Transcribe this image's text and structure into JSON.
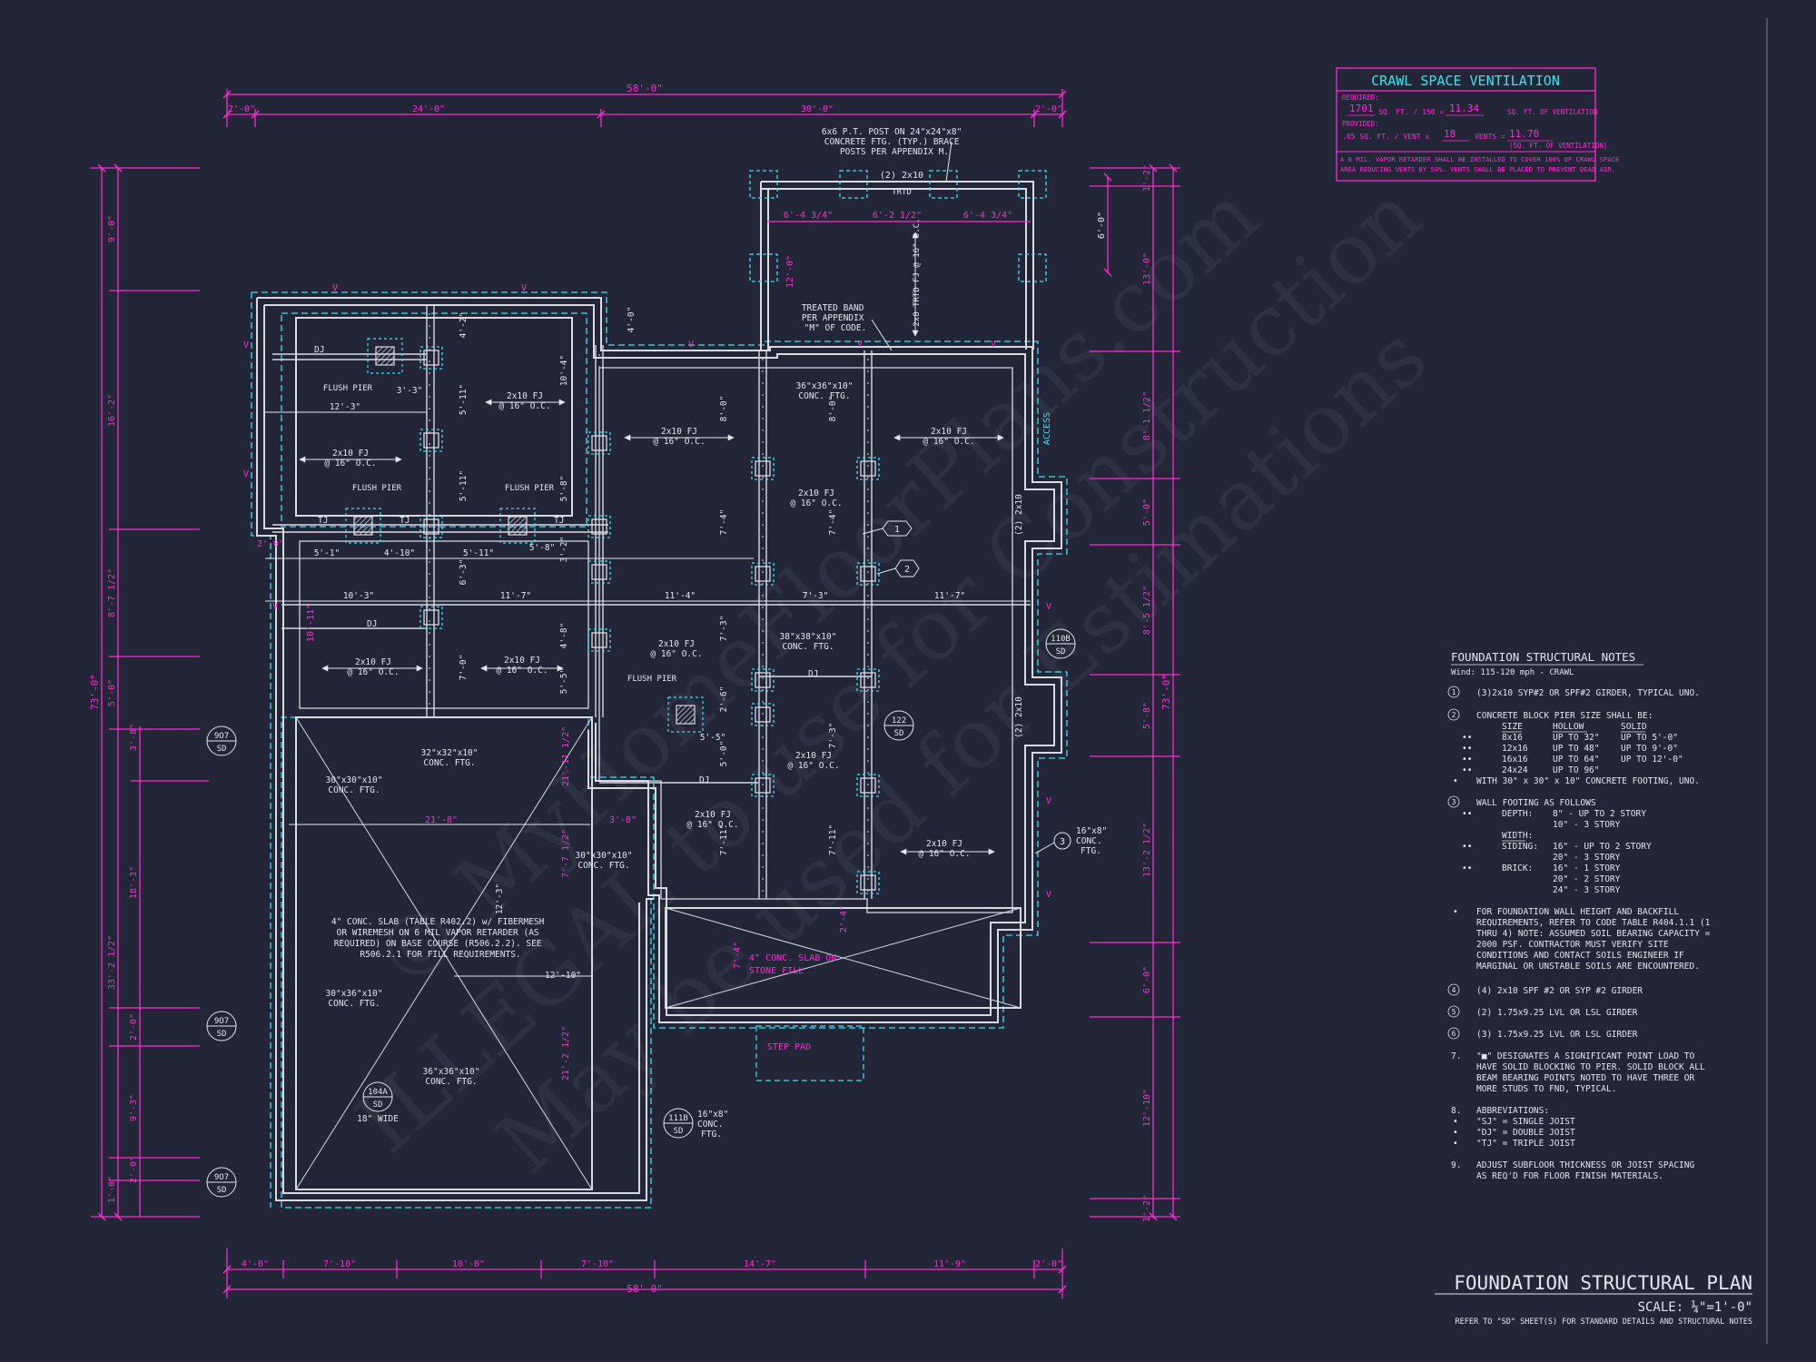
{
  "colors": {
    "background": "#222637",
    "dimension": "#ff2bd6",
    "wall": "#d8dae2",
    "footing": "#3fe0ee",
    "text": "#e4e6ee"
  },
  "plan": {
    "title": "FOUNDATION STRUCTURAL PLAN",
    "scale": "SCALE: ¼\"=1'-0\"",
    "reference": "REFER TO \"SD\" SHEET(S) FOR STANDARD DETAILS AND STRUCTURAL NOTES"
  },
  "dimensions": {
    "top_overall": "58'-0\"",
    "top_segments": [
      "2'-0\"",
      "24'-0\"",
      "30'-0\"",
      "2'-0\""
    ],
    "bottom_overall": "58'-0\"",
    "bottom_segments": [
      "4'-0\"",
      "7'-10\"",
      "10'-0\"",
      "7'-10\"",
      "14'-7\"",
      "11'-9\"",
      "2'-0\""
    ],
    "left_overall": "73'-0\"",
    "left_outer": [
      "9'-0\"",
      "16'-2\"",
      "8'-7 1/2\"",
      "5'-0\"",
      "33'-2 1/2\"",
      "2'-0\"",
      "9'-3\"",
      "2'-0\"",
      "1'-0\""
    ],
    "left_inner": [
      "3'-8\"",
      "18'-3\""
    ],
    "right_overall": "73'-0\"",
    "right_segments": [
      "1'-2\"",
      "13'-0\"",
      "8'-1 1/2\"",
      "5'-0\"",
      "8'-5 1/2\"",
      "5'-8\"",
      "13'-2 1/2\"",
      "6'-0\"",
      "12'-10\"",
      "1'-2\""
    ],
    "porch_depth": "6'-0\""
  },
  "callouts": {
    "post": "6x6 P.T. POST ON 24\"x24\"x8\" CONCRETE FTG. (TYP.) BRACE POSTS PER APPENDIX M.",
    "porch_beam": "(2) 2x10",
    "porch_beam_sub": "TRTD",
    "porch_spacing": [
      "6'-4 3/4\"",
      "6'-2 1/2\"",
      "6'-4 3/4\""
    ],
    "porch_joist": "2x8 TRTD FJ @ 16\" O.C.",
    "band": "TREATED BAND PER APPENDIX \"M\" OF CODE.",
    "access": "ACCESS",
    "flush_pier": "FLUSH PIER",
    "slab_note": "4\" CONC. SLAB (TABLE R402.2) w/ FIBERMESH OR WIREMESH ON 6 MIL VAPOR RETARDER (AS REQUIRED) ON BASE COURSE (R506.2.2). SEE R506.2.1 FOR FILL REQUIREMENTS.",
    "slab_stone": "4\" CONC. SLAB ON STONE FILL",
    "step_pad": "STEP PAD",
    "wide_18": "18\" WIDE",
    "ftg_16x8": "16\"x8\" CONC. FTG."
  },
  "ventilation": {
    "title": "CRAWL SPACE VENTILATION",
    "required_label": "REQUIRED:",
    "required_area": "1701",
    "required_formula": "SQ. FT. / 150 =",
    "required_value": "11.34",
    "required_unit": "SQ. FT. OF VENTILATION",
    "provided_label": "PROVIDED:",
    "provided_formula": ".65 SQ. FT. / VENT x",
    "vents_count": "18",
    "vents_label": "VENTS =",
    "provided_value": "11.70",
    "provided_unit": "(SQ. FT. OF VENTILATION)",
    "note": "A 6 MIL. VAPOR RETARDER SHALL BE INSTALLED TO COVER 100% OF CRAWL SPACE AREA REDUCING VENTS BY 50%. VENTS SHALL BE PLACED TO PREVENT DEAD AIR."
  },
  "notes": {
    "title": "FOUNDATION STRUCTURAL NOTES",
    "wind": "Wind: 115-120 mph - CRAWL",
    "n1": "(3)2x10 SYP#2 OR SPF#2 GIRDER, TYPICAL UNO.",
    "n2": "CONCRETE BLOCK PIER SIZE SHALL BE:",
    "pier_headers": [
      "SIZE",
      "HOLLOW",
      "SOLID"
    ],
    "piers": [
      [
        "8x16",
        "UP TO 32\"",
        "UP TO 5'-0\""
      ],
      [
        "12x16",
        "UP TO 48\"",
        "UP TO 9'-0\""
      ],
      [
        "16x16",
        "UP TO 64\"",
        "UP TO 12'-0\""
      ],
      [
        "24x24",
        "UP TO 96\"",
        ""
      ]
    ],
    "pier_ftg": "WITH 30\" x 30\" x 10\" CONCRETE FOOTING, UNO.",
    "n3": "WALL FOOTING AS FOLLOWS",
    "depth": "DEPTH:",
    "depth_vals": [
      "8\" - UP TO 2 STORY",
      "10\" - 3 STORY"
    ],
    "width": "WIDTH:",
    "siding": "SIDING:",
    "siding_vals": [
      "16\" - UP TO 2 STORY",
      "20\" - 3 STORY"
    ],
    "brick": "BRICK:",
    "brick_vals": [
      "16\" - 1 STORY",
      "20\" - 2 STORY",
      "24\" - 3 STORY"
    ],
    "bullet": "FOR FOUNDATION WALL HEIGHT AND BACKFILL REQUIREMENTS, REFER TO CODE TABLE R404.1.1 (1 THRU 4) NOTE: ASSUMED SOIL BEARING CAPACITY = 2000 PSF. CONTRACTOR MUST VERIFY SITE CONDITIONS AND CONTACT SOILS ENGINEER IF MARGINAL OR UNSTABLE SOILS ARE ENCOUNTERED.",
    "n4": "(4) 2x10 SPF #2 OR SYP #2 GIRDER",
    "n5": "(2) 1.75x9.25 LVL OR LSL GIRDER",
    "n6": "(3) 1.75x9.25 LVL OR LSL GIRDER",
    "n7": "\"■\" DESIGNATES A SIGNIFICANT POINT LOAD TO HAVE SOLID BLOCKING TO PIER. SOLID BLOCK ALL BEAM BEARING POINTS NOTED TO HAVE THREE OR MORE STUDS TO FND, TYPICAL.",
    "n8": "ABBREVIATIONS:",
    "abbrev": [
      "\"SJ\" = SINGLE JOIST",
      "\"DJ\" = DOUBLE JOIST",
      "\"TJ\" = TRIPLE JOIST"
    ],
    "n9": "ADJUST SUBFLOOR THICKNESS OR JOIST SPACING AS REQ'D FOR FLOOR FINISH MATERIALS."
  },
  "watermark": [
    "© MyHomeFloorPlans.com",
    "ILLEGAL to use for Construction",
    "May be used for Estimations"
  ],
  "icons": [
    "post-footing-icon",
    "pier-icon",
    "flush-pier-icon",
    "section-marker-icon",
    "note-tag-icon",
    "vent-icon"
  ]
}
